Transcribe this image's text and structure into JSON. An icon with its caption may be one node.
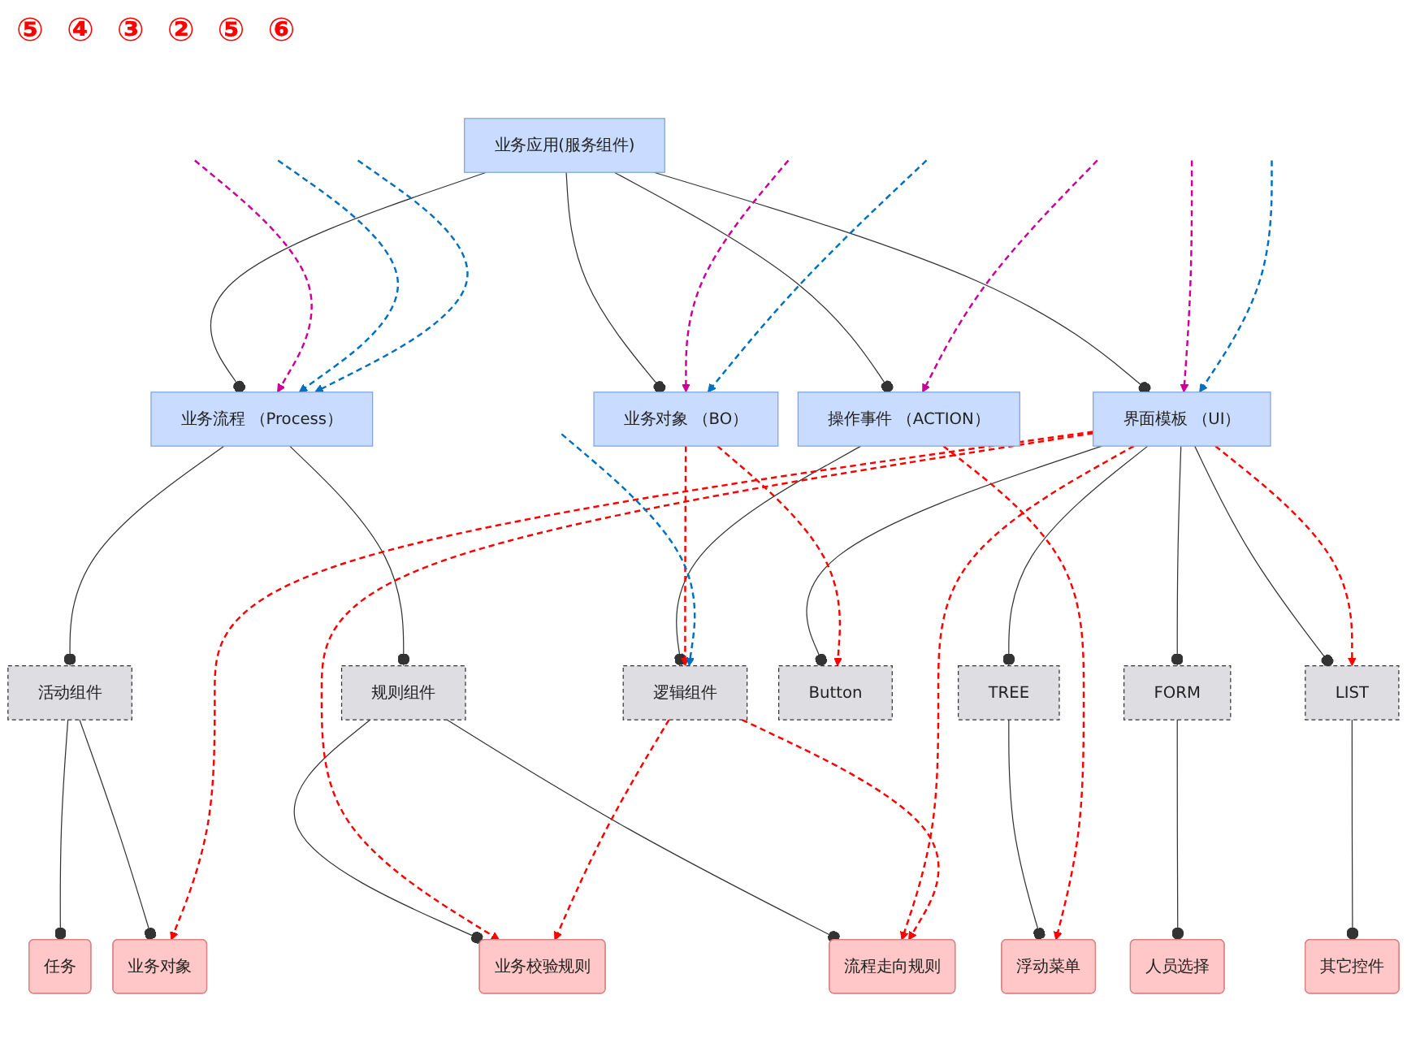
{
  "diagram": {
    "nodes": [
      {
        "text": [
          "业务应用(服务组件)"
        ]
      },
      {
        "text": [
          "业务流程 （Process）"
        ]
      },
      {
        "text": [
          "界面模板 （UI）"
        ]
      },
      {
        "text": [
          "业务对象 （BO）"
        ]
      },
      {
        "text": [
          "操作事件 （ACTION）"
        ]
      },
      {
        "text": [
          "活动组件"
        ]
      },
      {
        "text": [
          "规则组件"
        ]
      },
      {
        "text": [
          "TREE"
        ]
      },
      {
        "text": [
          "FORM"
        ]
      },
      {
        "text": [
          "LIST"
        ]
      },
      {
        "text": [
          "Button"
        ]
      },
      {
        "text": [
          "逻辑组件"
        ]
      },
      {
        "text": [
          "任务"
        ]
      },
      {
        "text": [
          "业务对象"
        ]
      },
      {
        "text": [
          "业务校验规则"
        ]
      },
      {
        "text": [
          "流程走向规则"
        ]
      },
      {
        "text": [
          "浮动菜单"
        ]
      },
      {
        "text": [
          "人员选择"
        ]
      },
      {
        "text": [
          "其它控件"
        ]
      }
    ],
    "edges": [
      {
        "from": 0,
        "to": 1,
        "arrow": "other"
      },
      {
        "from": 0,
        "to": 2,
        "arrow": "other"
      },
      {
        "from": 0,
        "to": 3,
        "arrow": "other"
      },
      {
        "from": 0,
        "to": 4,
        "arrow": "other"
      },
      {
        "from": 1,
        "to": 5,
        "arrow": "other"
      },
      {
        "from": 1,
        "to": 6,
        "arrow": "other"
      },
      {
        "from": 5,
        "to": 12,
        "arrow": "other"
      },
      {
        "from": 5,
        "to": 13,
        "arrow": "other"
      },
      {
        "from": 6,
        "to": 14,
        "arrow": "other"
      },
      {
        "from": 6,
        "to": 15,
        "arrow": "other"
      },
      {
        "from": 2,
        "to": 7,
        "arrow": "other"
      },
      {
        "from": 2,
        "to": 8,
        "arrow": "other"
      },
      {
        "from": 2,
        "to": 9,
        "arrow": "other"
      },
      {
        "from": 2,
        "to": 10,
        "arrow": "other"
      },
      {
        "from": 7,
        "to": 16,
        "arrow": "other"
      },
      {
        "from": 8,
        "to": 17,
        "arrow": "other"
      },
      {
        "from": 9,
        "to": 18,
        "arrow": "other"
      },
      {
        "from": 4,
        "to": 11,
        "arrow": "other"
      },
      {
        "from": 2,
        "to": 13,
        "arrow": "to",
        "style": "dashed",
        "color": "#ff0000"
      },
      {
        "from": 2,
        "to": 14,
        "arrow": "to",
        "style": "dashed",
        "color": "#ff0000"
      },
      {
        "from": 2,
        "to": 15,
        "arrow": "to",
        "style": "dashed",
        "color": "#ff0000"
      },
      {
        "from": 4,
        "to": 16,
        "arrow": "to",
        "style": "dashed",
        "color": "#ff0000"
      },
      {
        "from": 2,
        "to": 9,
        "arrow": "to",
        "style": "dashed",
        "color": "#ff0000"
      },
      {
        "from": 3,
        "to": 10,
        "arrow": "to",
        "style": "dashed",
        "color": "#ff0000"
      },
      {
        "from": 3,
        "to": 11,
        "arrow": "to",
        "style": "dashed",
        "color": "#ff0000"
      },
      {
        "from": 11,
        "to": 14,
        "arrow": "to",
        "style": "dashed",
        "color": "#ff0000"
      },
      {
        "from": 11,
        "to": 15,
        "arrow": "to",
        "style": "dashed",
        "color": "#ff0000"
      },
      {
        "from": null,
        "to": 1,
        "arrow": "to",
        "style": "dashed",
        "color": "#cc0099"
      },
      {
        "from": null,
        "to": 2,
        "arrow": "to",
        "style": "dashed",
        "color": "#cc0099"
      },
      {
        "from": null,
        "to": 3,
        "arrow": "to",
        "style": "dashed",
        "color": "#cc0099"
      },
      {
        "from": null,
        "to": 4,
        "arrow": "to",
        "style": "dashed",
        "color": "#cc0099"
      },
      {
        "from": null,
        "to": 1,
        "arrow": "to",
        "style": "dashed",
        "color": "#0070c0"
      },
      {
        "from": null,
        "to": 1,
        "arrow": "to",
        "style": "dashed",
        "color": "#0070c0"
      },
      {
        "from": null,
        "to": 2,
        "arrow": "to",
        "style": "dashed",
        "color": "#0070c0"
      },
      {
        "from": null,
        "to": 3,
        "arrow": "to",
        "style": "dashed",
        "color": "#0070c0"
      },
      {
        "from": null,
        "to": 11,
        "arrow": "to",
        "style": "dashed",
        "color": "#0070c0"
      }
    ],
    "labels": [
      "⑤",
      "④",
      "③",
      "②",
      "⑤",
      "⑥"
    ]
  }
}
